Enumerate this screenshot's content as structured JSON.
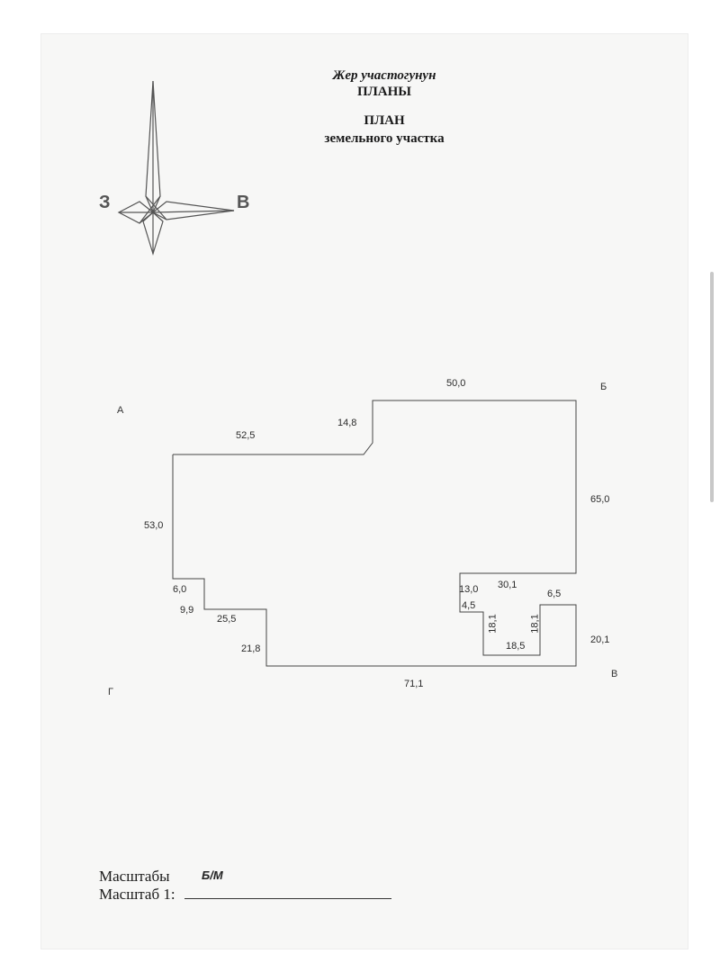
{
  "header": {
    "title_ky_line1": "Жер участогунун",
    "title_ky_line2": "ПЛАНЫ",
    "title_ru_line1": "ПЛАН",
    "title_ru_line2": "земельного участка"
  },
  "compass": {
    "west": "З",
    "east": "В",
    "icon": "compass-rose-icon"
  },
  "corners": {
    "a": "А",
    "b": "Б",
    "v": "В",
    "g": "Г"
  },
  "dimensions": {
    "top_right": "50,0",
    "top_left": "52,5",
    "step_top": "14,8",
    "right": "65,0",
    "left": "53,0",
    "step_left_horizontal": "6,0",
    "step_left_vertical": "9,9",
    "step_left_horizontal_2": "25,5",
    "step_left_vertical_2": "21,8",
    "bottom": "71,1",
    "right_notch_vertical": "13,0",
    "right_notch_horizontal": "30,1",
    "right_notch_small": "4,5",
    "inner_left_vertical": "18,1",
    "inner_right_vertical": "18,1",
    "inner_bottom": "18,5",
    "notch_top": "6,5",
    "right_lower": "20,1"
  },
  "scale": {
    "label_ky": "Масштабы",
    "value": "Б/М",
    "label_ru": "Масштаб 1:"
  },
  "colors": {
    "paper": "#f7f7f6",
    "ink": "#1a1a1a",
    "line": "#444444"
  }
}
